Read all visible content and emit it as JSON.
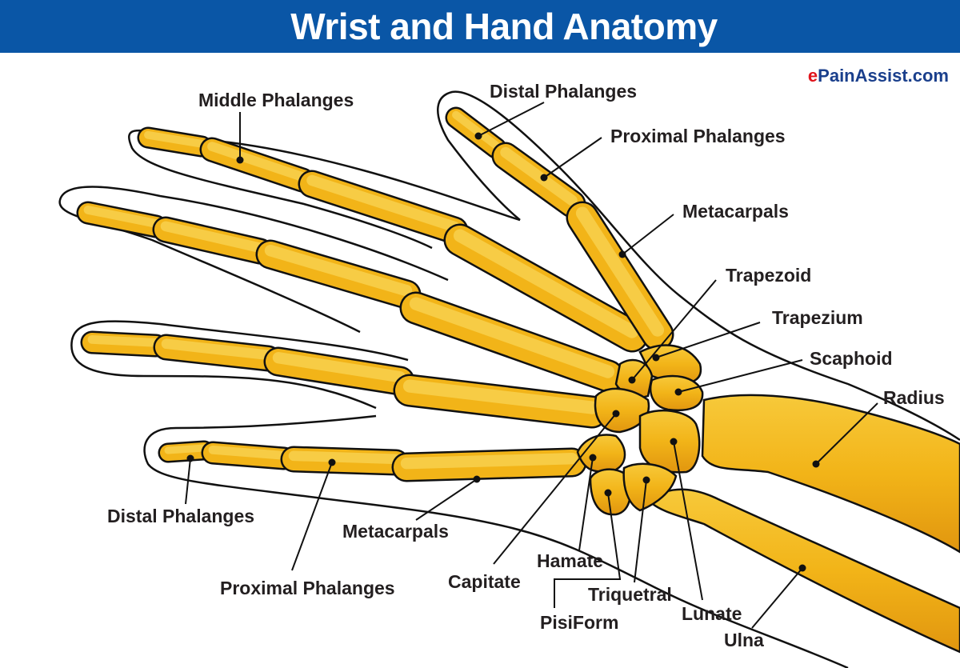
{
  "header": {
    "title": "Wrist and Hand Anatomy"
  },
  "brand": {
    "prefix": "e",
    "rest": "PainAssist.com"
  },
  "labels": {
    "middle_phalanges": "Middle Phalanges",
    "distal_phalanges_top": "Distal Phalanges",
    "proximal_phalanges_top": "Proximal Phalanges",
    "metacarpals_top": "Metacarpals",
    "trapezoid": "Trapezoid",
    "trapezium": "Trapezium",
    "scaphoid": "Scaphoid",
    "radius": "Radius",
    "distal_phalanges_bottom": "Distal Phalanges",
    "proximal_phalanges_bottom": "Proximal Phalanges",
    "metacarpals_bottom": "Metacarpals",
    "capitate": "Capitate",
    "hamate": "Hamate",
    "pisiform": "PisiForm",
    "triquetral": "Triquetral",
    "lunate": "Lunate",
    "ulna": "Ulna"
  },
  "colors": {
    "header": "#0a56a6",
    "bone": "#f2b418",
    "bone_dark": "#e39a10",
    "outline": "#111111"
  }
}
